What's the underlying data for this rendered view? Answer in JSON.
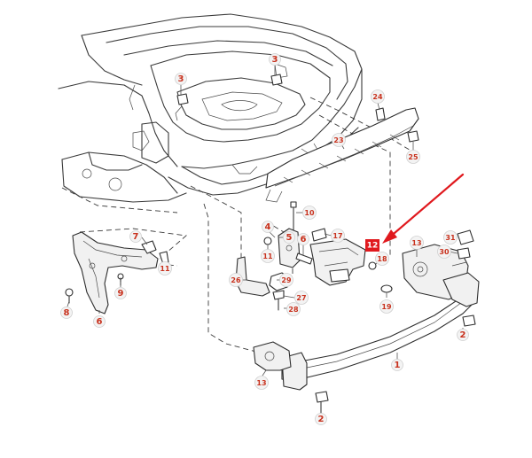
{
  "callouts": [
    {
      "id": "3-left",
      "label": "3"
    },
    {
      "id": "3-right",
      "label": "3"
    },
    {
      "id": "24",
      "label": "24"
    },
    {
      "id": "23",
      "label": "23"
    },
    {
      "id": "25",
      "label": "25"
    },
    {
      "id": "10",
      "label": "10"
    },
    {
      "id": "4",
      "label": "4"
    },
    {
      "id": "5",
      "label": "5"
    },
    {
      "id": "11-center",
      "label": "11"
    },
    {
      "id": "6-center",
      "label": "6"
    },
    {
      "id": "17",
      "label": "17"
    },
    {
      "id": "13-right",
      "label": "13"
    },
    {
      "id": "31",
      "label": "31"
    },
    {
      "id": "30",
      "label": "30"
    },
    {
      "id": "18",
      "label": "18"
    },
    {
      "id": "19",
      "label": "19"
    },
    {
      "id": "7",
      "label": "7"
    },
    {
      "id": "11-left",
      "label": "11"
    },
    {
      "id": "9",
      "label": "9"
    },
    {
      "id": "8",
      "label": "8"
    },
    {
      "id": "6-left",
      "label": "6"
    },
    {
      "id": "26",
      "label": "26"
    },
    {
      "id": "29",
      "label": "29"
    },
    {
      "id": "27",
      "label": "27"
    },
    {
      "id": "28",
      "label": "28"
    },
    {
      "id": "2-right",
      "label": "2"
    },
    {
      "id": "1",
      "label": "1"
    },
    {
      "id": "13-bottom",
      "label": "13"
    },
    {
      "id": "2-bottom",
      "label": "2"
    }
  ],
  "highlight": {
    "label": "12",
    "color": "#e0191e"
  },
  "accent": "#c8321e"
}
